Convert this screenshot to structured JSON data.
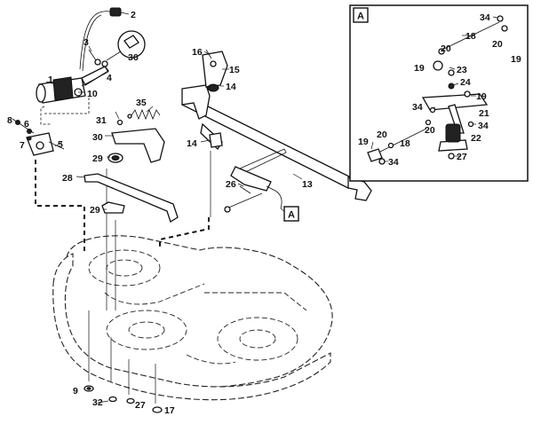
{
  "diagram": {
    "labels": {
      "n1": "1",
      "n2": "2",
      "n3": "3",
      "n4": "4",
      "n5": "5",
      "n6": "6",
      "n7": "7",
      "n8": "8",
      "n9": "9",
      "n10": "10",
      "n13": "13",
      "n14a": "14",
      "n14b": "14",
      "n15": "15",
      "n16": "16",
      "n17": "17",
      "n18a": "18",
      "n18b": "18",
      "n19a": "19",
      "n19b": "19",
      "n19c": "19",
      "n19d": "19",
      "n20a": "20",
      "n20b": "20",
      "n20c": "20",
      "n20d": "20",
      "n21": "21",
      "n22": "22",
      "n23": "23",
      "n24": "24",
      "n26": "26",
      "n27a": "27",
      "n27b": "27",
      "n28": "28",
      "n29a": "29",
      "n29b": "29",
      "n30": "30",
      "n31": "31",
      "n32": "32",
      "n34a": "34",
      "n34b": "34",
      "n34c": "34",
      "n34d": "34",
      "n35": "35",
      "n36": "36"
    },
    "detail_callout": "A",
    "detail_box_title": "A"
  }
}
